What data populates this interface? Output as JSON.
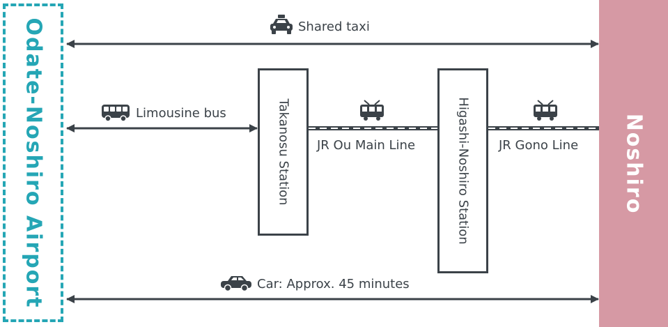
{
  "origin": {
    "label": "Odate-Noshiro Airport",
    "color": "#25a6b5"
  },
  "destination": {
    "label": "Noshiro",
    "color": "#d699a4"
  },
  "stations": {
    "takanosu": "Takanosu Station",
    "higashi_noshiro": "Higashi-Noshiro Station"
  },
  "routes": {
    "taxi": {
      "label": "Shared taxi",
      "icon": "taxi-icon"
    },
    "bus": {
      "label": "Limousine bus",
      "icon": "bus-icon"
    },
    "car": {
      "label": "Car: Approx. 45 minutes",
      "icon": "car-icon"
    }
  },
  "rail_lines": {
    "ou": {
      "label": "JR Ou Main Line",
      "icon": "train-icon"
    },
    "gono": {
      "label": "JR Gono Line",
      "icon": "train-icon"
    }
  },
  "colors": {
    "ink": "#3b4248"
  }
}
